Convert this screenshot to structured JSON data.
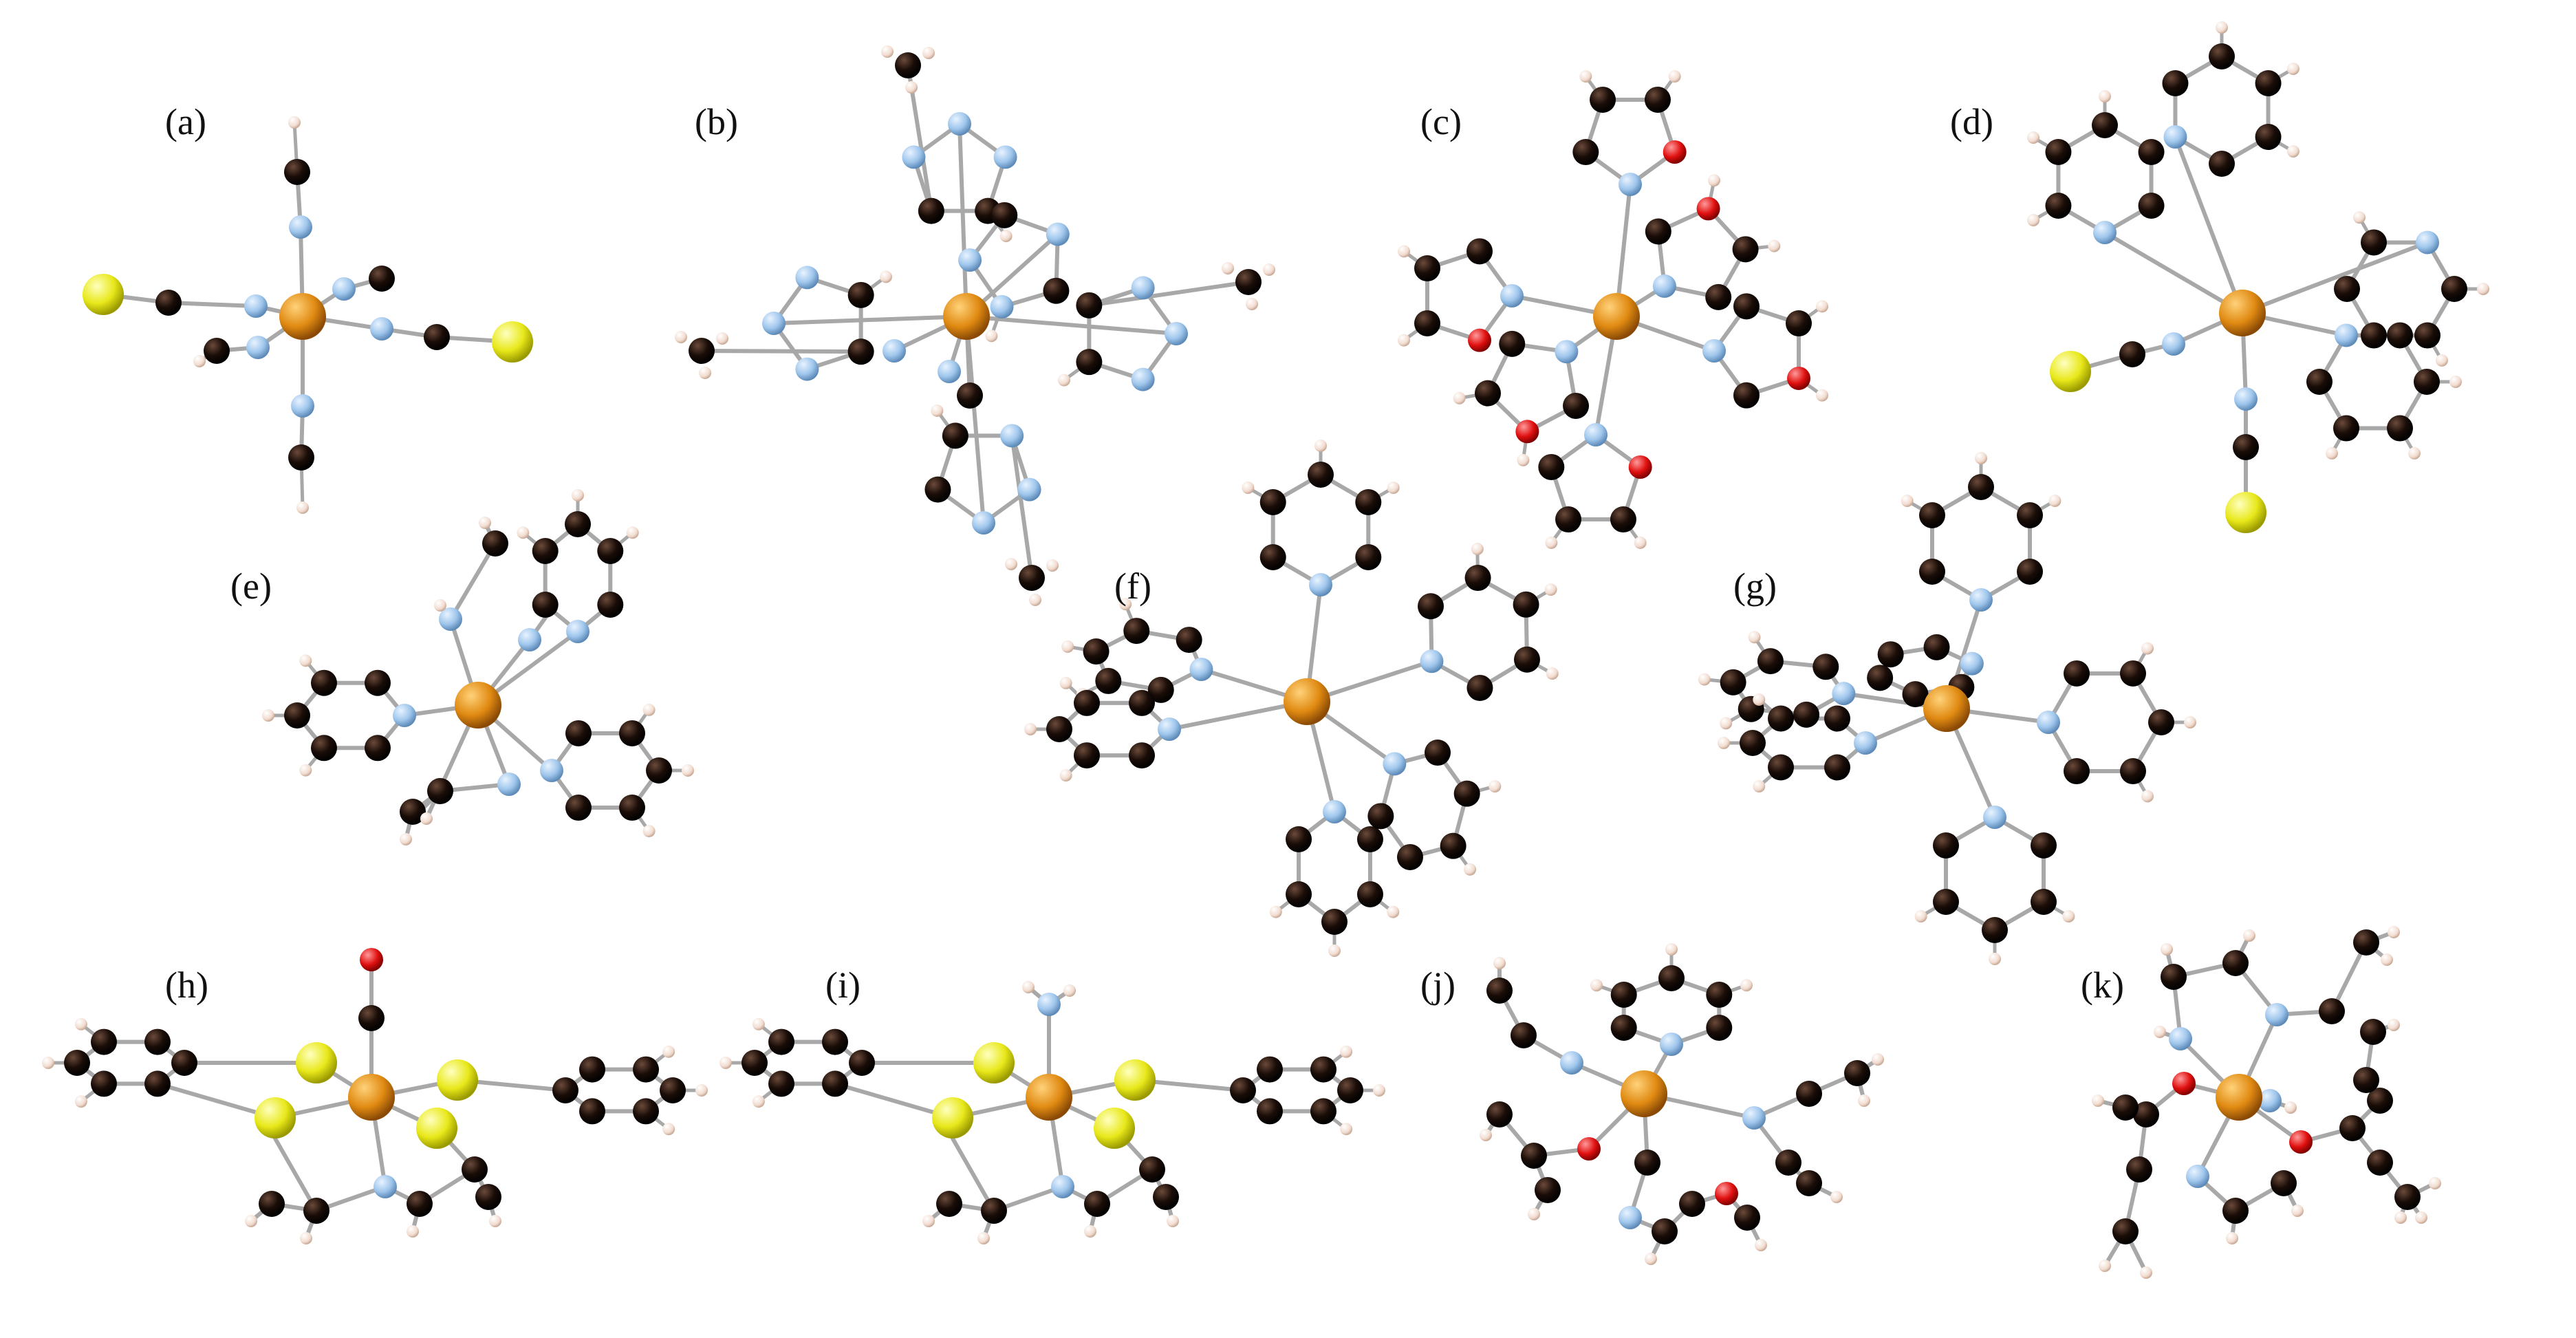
{
  "figure": {
    "panels": [
      {
        "id": "a",
        "label": "(a)"
      },
      {
        "id": "b",
        "label": "(b)"
      },
      {
        "id": "c",
        "label": "(c)"
      },
      {
        "id": "d",
        "label": "(d)"
      },
      {
        "id": "e",
        "label": "(e)"
      },
      {
        "id": "f",
        "label": "(f)"
      },
      {
        "id": "g",
        "label": "(g)"
      },
      {
        "id": "h",
        "label": "(h)"
      },
      {
        "id": "i",
        "label": "(i)"
      },
      {
        "id": "j",
        "label": "(j)"
      },
      {
        "id": "k",
        "label": "(k)"
      }
    ],
    "atom_colors": {
      "metal": "#e08a12",
      "carbon": "#1a0d08",
      "nitrogen": "#9fc6ec",
      "oxygen": "#e01010",
      "sulfur": "#e8e81a",
      "hydrogen": "#f2dcd0",
      "bond": "#a8a8a8"
    }
  }
}
